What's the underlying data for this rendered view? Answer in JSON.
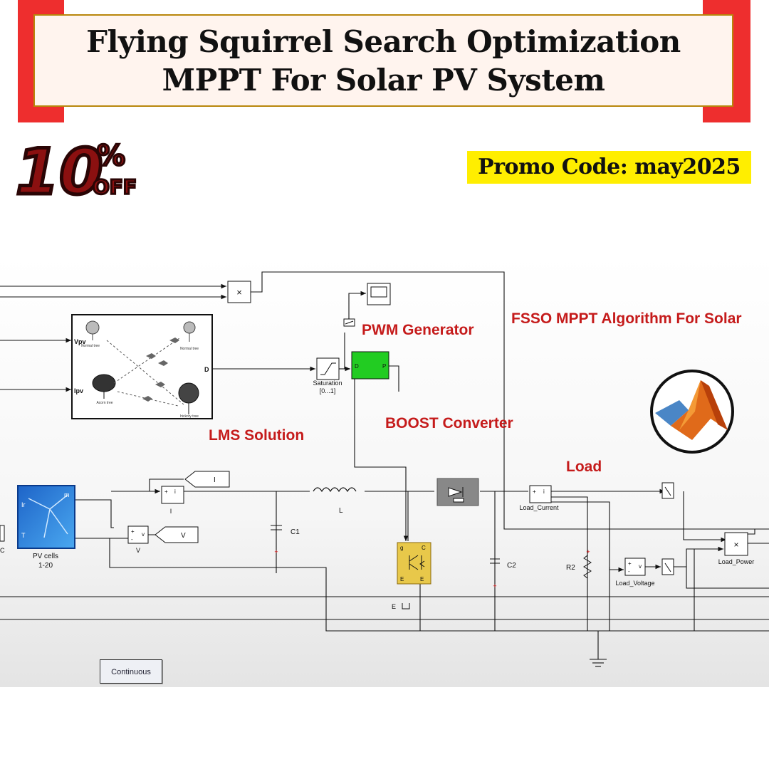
{
  "header": {
    "title_line1": "Flying Squirrel Search Optimization",
    "title_line2": "MPPT For Solar PV System"
  },
  "badge": {
    "text": "10",
    "percent": "%",
    "off": "OFF"
  },
  "promo": {
    "text": "Promo Code: may2025"
  },
  "diagram": {
    "labels": {
      "pwm": "PWM Generator",
      "fsso": "FSSO MPPT Algorithm For Solar",
      "lms": "LMS Solution",
      "boost": "BOOST Converter",
      "load": "Load"
    },
    "blocks": {
      "multiply": "×",
      "saturation": "Saturation",
      "saturation_range": "[0...1]",
      "pwm_d": "D",
      "pwm_p": "P",
      "alg_vpv": "Vpv",
      "alg_ipv": "Ipv",
      "alg_d": "D",
      "tree1": "Normal tree",
      "tree2": "Normal tree",
      "tree3": "Acorn tree",
      "tree4": "hickory tree",
      "pv_label": "PV cells",
      "pv_range": "1-20",
      "pv_m": "m",
      "pv_ir": "Ir",
      "pv_t": "T",
      "c_label": "C",
      "i_goto": "I",
      "v_goto": "V",
      "i_meas": "I",
      "v_meas": "V",
      "c1": "C1",
      "l": "L",
      "c2": "C2",
      "r2": "R2",
      "e_label": "E",
      "load_current": "Load_Current",
      "load_voltage": "Load_Voltage",
      "load_power": "Load_Power",
      "gate_g": "g",
      "gate_c": "C",
      "gate_e1": "E",
      "gate_e2": "E",
      "meas_plus": "+",
      "meas_minus": "-",
      "meas_i": "i",
      "meas_v": "v"
    },
    "continuous": "Continuous"
  },
  "colors": {
    "accent_red": "#ee2e2e",
    "label_red": "#c51b1b",
    "promo_yellow": "#ffee00",
    "pwm_green": "#22cc22",
    "igbt_yellow": "#e8c84a"
  },
  "icons": [
    "matlab-logo-icon",
    "percent-off-badge"
  ]
}
